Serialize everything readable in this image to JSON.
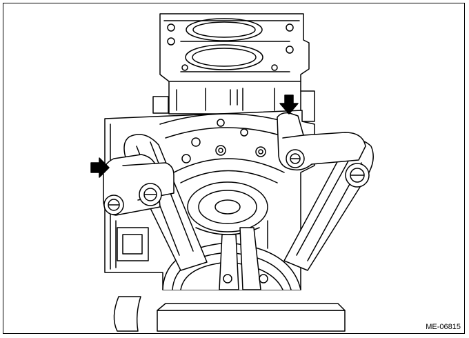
{
  "figure": {
    "code": "ME-06815",
    "colors": {
      "line": "#000000",
      "background": "#ffffff"
    },
    "arrows": [
      "arrow-left-side",
      "arrow-top-right"
    ]
  }
}
